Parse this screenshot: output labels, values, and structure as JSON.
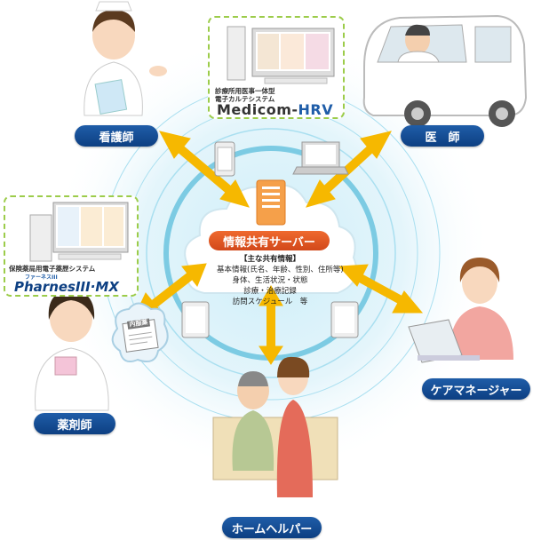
{
  "server": {
    "title": "情報共有サーバー",
    "info_heading": "【主な共有情報】",
    "info_items": [
      "基本情報(氏名、年齢、性別、住所等)",
      "身体、生活状況・状態",
      "診療・治療記録",
      "訪問スケジュール　等"
    ]
  },
  "roles": {
    "nurse": "看護師",
    "doctor": "医　師",
    "pharmacist": "薬剤師",
    "care_manager": "ケアマネージャー",
    "home_helper": "ホームヘルパー"
  },
  "products": {
    "medicom": {
      "caption_line1": "診療所用医事一体型",
      "caption_line2": "電子カルテシステム",
      "logo_main": "Medicom-",
      "logo_accent": "HRV"
    },
    "pharnes": {
      "caption": "保険薬局用電子薬歴システム",
      "logo_kana": "ファーネスIII",
      "logo": "PharnesIII·MX"
    }
  },
  "document_label": "内服薬",
  "colors": {
    "role_pill": "#1f5da8",
    "server_pill": "#e65a24",
    "arrow": "#f6b800",
    "ring": "#8fd3e8",
    "frame": "#9ccc4a"
  }
}
